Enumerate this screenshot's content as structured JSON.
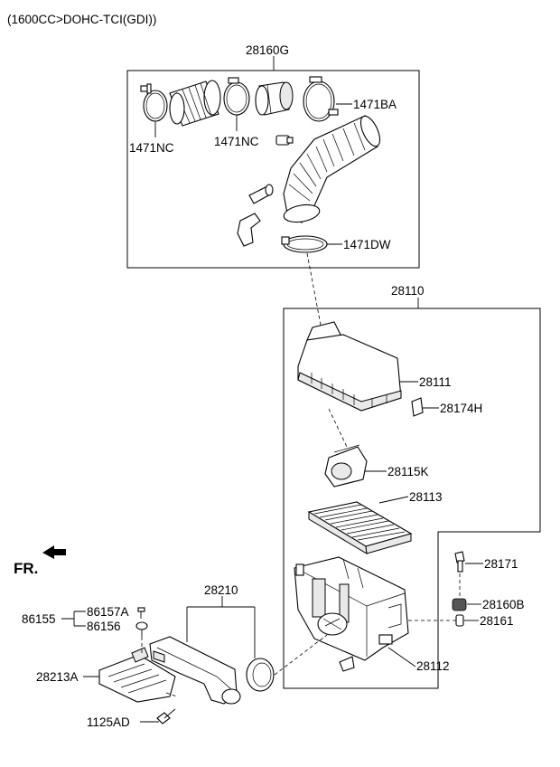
{
  "header": {
    "engine_spec": "(1600CC>DOHC-TCI(GDI))"
  },
  "direction": {
    "label": "FR."
  },
  "labels": {
    "intake_hose_assembly": "28160G",
    "clamp_top_right": "1471BA",
    "clamp_left": "1471NC",
    "clamp_center": "1471NC",
    "clamp_bottom": "1471DW",
    "air_cleaner_assembly": "28110",
    "cover": "28111",
    "clip": "28174H",
    "resonator": "28115K",
    "filter_element": "28113",
    "bolt": "28171",
    "grommet": "28160B",
    "insulator": "28161",
    "body": "28112",
    "duct_assembly": "28210",
    "duct_group": "86155",
    "screw_a": "86157A",
    "screw_b": "86156",
    "bracket": "28213A",
    "bolt_bottom": "1125AD"
  }
}
